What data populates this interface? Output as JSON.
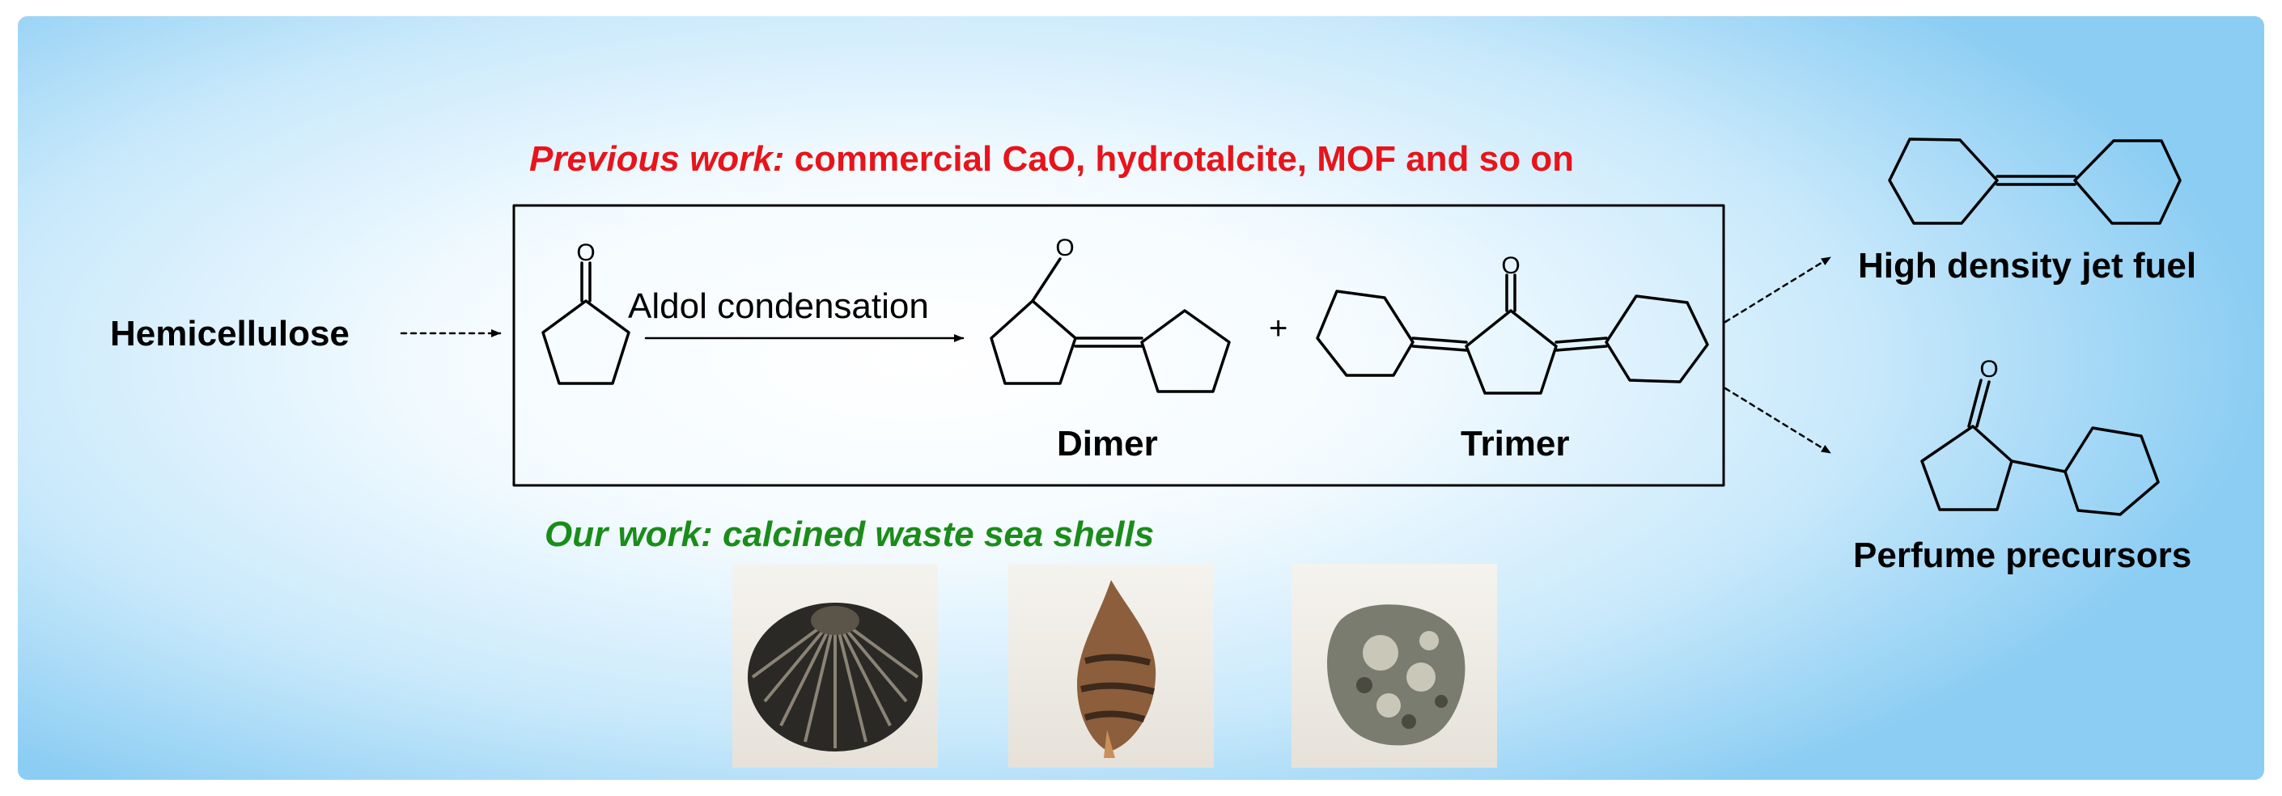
{
  "previous_work": {
    "prefix": "Previous work:",
    "text": "commercial CaO, hydrotalcite, MOF and so on"
  },
  "our_work": "Our work: calcined waste sea shells",
  "source": "Hemicellulose",
  "reaction": "Aldol condensation",
  "plus": "+",
  "dimer": "Dimer",
  "trimer": "Trimer",
  "products": {
    "jet_fuel": "High density jet fuel",
    "perfume": "Perfume precursors"
  },
  "atom_label": "O",
  "colors": {
    "previous": "#e8141b",
    "ours": "#1a8c1a",
    "background_edge": "#8ccdf3"
  },
  "photos": [
    "cockle-shell",
    "conch-shell",
    "oyster-shell"
  ]
}
